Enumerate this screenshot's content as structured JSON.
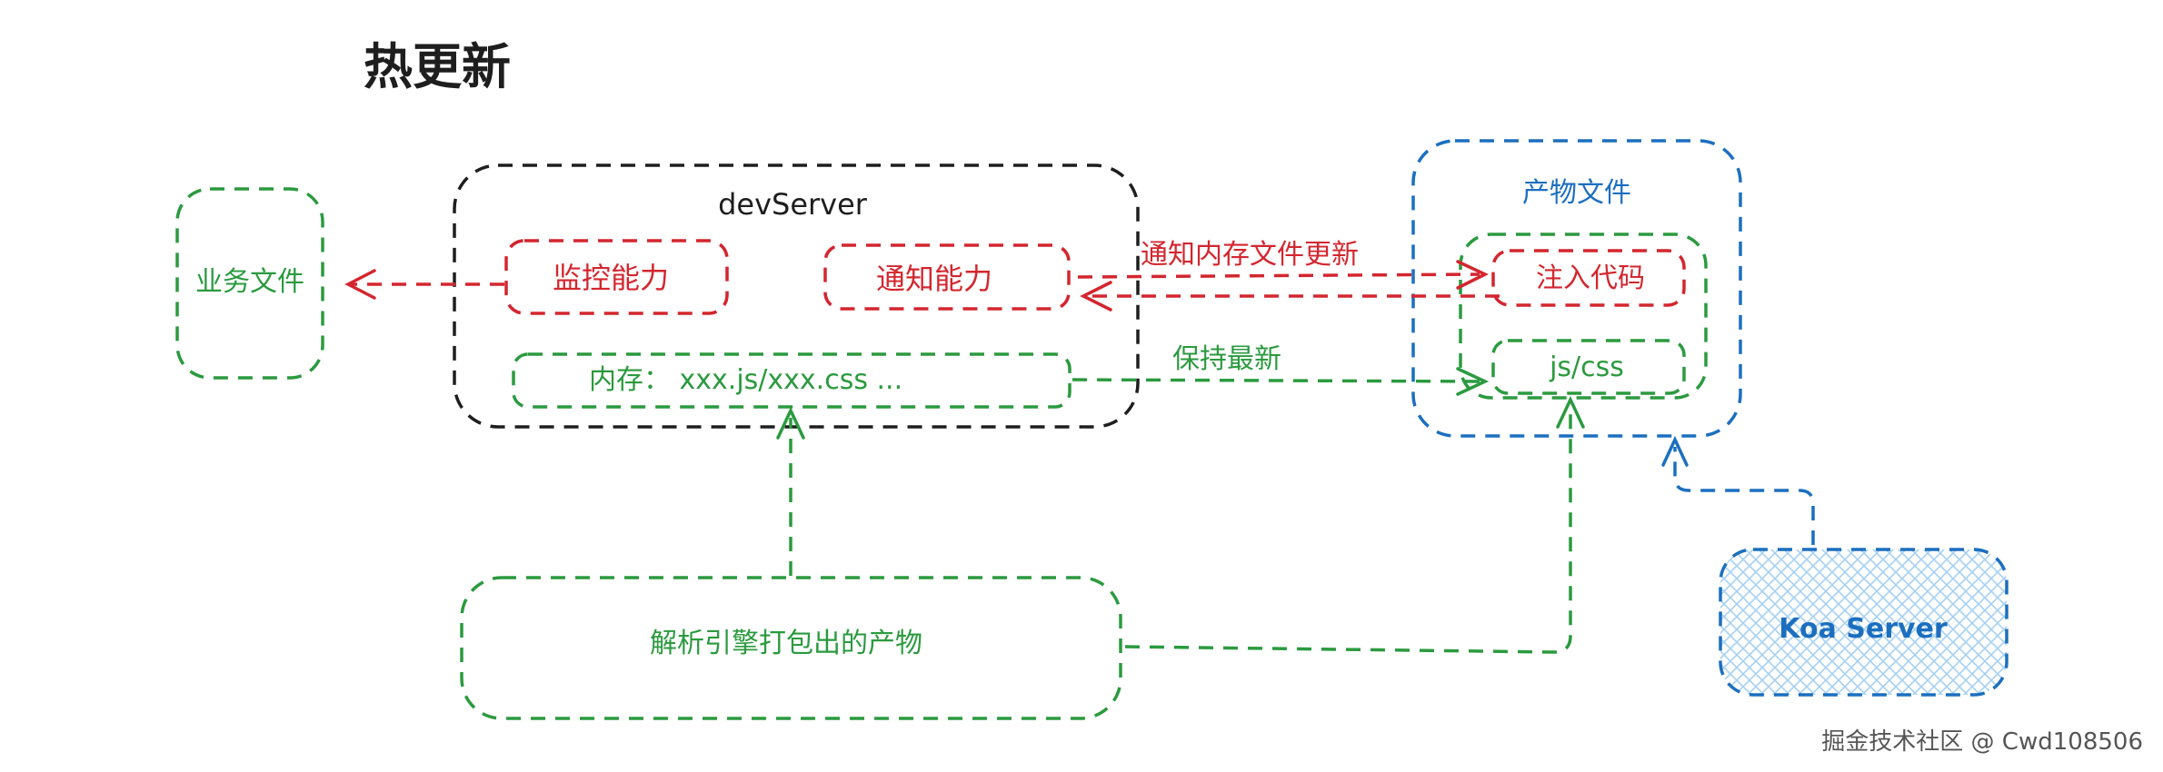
{
  "title": "热更新",
  "colors": {
    "black": "#1e1e1e",
    "red": "#d3262f",
    "green": "#2b9a3f",
    "blue": "#1c6fbf",
    "hatch": "#a6d0f2"
  },
  "nodes": {
    "business_files": "业务文件",
    "dev_server": "devServer",
    "monitor": "监控能力",
    "notify": "通知能力",
    "memory": "内存： xxx.js/xxx.css ...",
    "artifacts_group": "产物文件",
    "inject_code": "注入代码",
    "js_css": "js/css",
    "bundle_output": "解析引擎打包出的产物",
    "koa_server": "Koa Server"
  },
  "edges": {
    "notify_memory_update": "通知内存文件更新",
    "keep_latest": "保持最新"
  },
  "watermark": "掘金技术社区 @ Cwd108506"
}
